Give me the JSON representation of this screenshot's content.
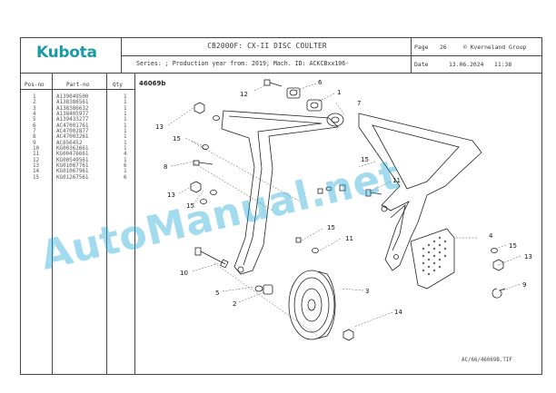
{
  "brand": {
    "logo_text": "Kubota"
  },
  "header": {
    "title": "CB2000F: CX-II DISC COULTER",
    "page_label": "Page",
    "page_number": "26",
    "copyright": "© Kverneland Group",
    "series_line": "Series: ; Production year from: 2019; Mach. ID: ACKCBxx106-",
    "date_label": "Date",
    "date_value": "13.06.2024",
    "time_value": "11:38"
  },
  "parts_table": {
    "headers": {
      "pos": "Pos-no",
      "part": "Part-no",
      "qty": "Qty"
    },
    "rows": [
      {
        "pos": "1",
        "part": "A139049500",
        "qty": "1"
      },
      {
        "pos": "2",
        "part": "A138386561",
        "qty": "1"
      },
      {
        "pos": "3",
        "part": "A138386632",
        "qty": "1"
      },
      {
        "pos": "4",
        "part": "A138405977",
        "qty": "1"
      },
      {
        "pos": "5",
        "part": "A139433277",
        "qty": "1"
      },
      {
        "pos": "6",
        "part": "AC47001761",
        "qty": "1"
      },
      {
        "pos": "7",
        "part": "AC47002877",
        "qty": "1"
      },
      {
        "pos": "8",
        "part": "AC47003261",
        "qty": "1"
      },
      {
        "pos": "9",
        "part": "AC656452",
        "qty": "1"
      },
      {
        "pos": "10",
        "part": "KG00362661",
        "qty": "1"
      },
      {
        "pos": "11",
        "part": "KG00476661",
        "qty": "4"
      },
      {
        "pos": "12",
        "part": "KG00549561",
        "qty": "1"
      },
      {
        "pos": "13",
        "part": "KG01067761",
        "qty": "6"
      },
      {
        "pos": "14",
        "part": "KG01067961",
        "qty": "1"
      },
      {
        "pos": "15",
        "part": "KG01267561",
        "qty": "6"
      }
    ]
  },
  "drawing": {
    "reference": "46069b",
    "callouts": [
      "12",
      "6",
      "1",
      "7",
      "13",
      "15",
      "8",
      "15",
      "11",
      "13",
      "15",
      "15",
      "11",
      "10",
      "5",
      "2",
      "3",
      "4",
      "15",
      "13",
      "9",
      "14"
    ],
    "footer_ref": "AC/66/46069B.TIF"
  },
  "watermark": {
    "text": "AutoManual.net"
  },
  "colors": {
    "logo": "#1a9aa6",
    "watermark": "#23aad7",
    "border": "#444444"
  }
}
